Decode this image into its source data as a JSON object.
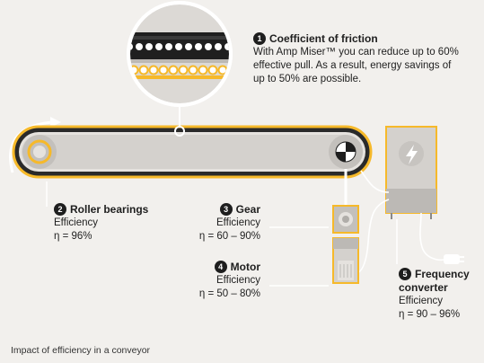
{
  "callouts": {
    "friction": {
      "num": "1",
      "title": "Coefficient of friction",
      "line1": "With Amp Miser™ you can reduce up to 60%",
      "line2": "effective pull. As a result, energy savings of",
      "line3": "up to 50% are possible."
    },
    "roller": {
      "num": "2",
      "title": "Roller bearings",
      "label": "Efficiency",
      "value": "η = 96%"
    },
    "gear": {
      "num": "3",
      "title": "Gear",
      "label": "Efficiency",
      "value": "η = 60 – 90%"
    },
    "motor": {
      "num": "4",
      "title": "Motor",
      "label": "Efficiency",
      "value": "η = 50 – 80%"
    },
    "converter": {
      "num": "5",
      "title1": "Frequency",
      "title2": "converter",
      "label": "Efficiency",
      "value": "η = 90 – 96%"
    }
  },
  "caption": "Impact of efficiency in a conveyor",
  "icons": {
    "converter": "lightning-icon",
    "direction": "curved-arrow-icon"
  },
  "colors": {
    "accent": "#f6b92a",
    "belt": "#1f1f1f",
    "gray": "#cfccc8",
    "background": "#f2f0ed"
  }
}
